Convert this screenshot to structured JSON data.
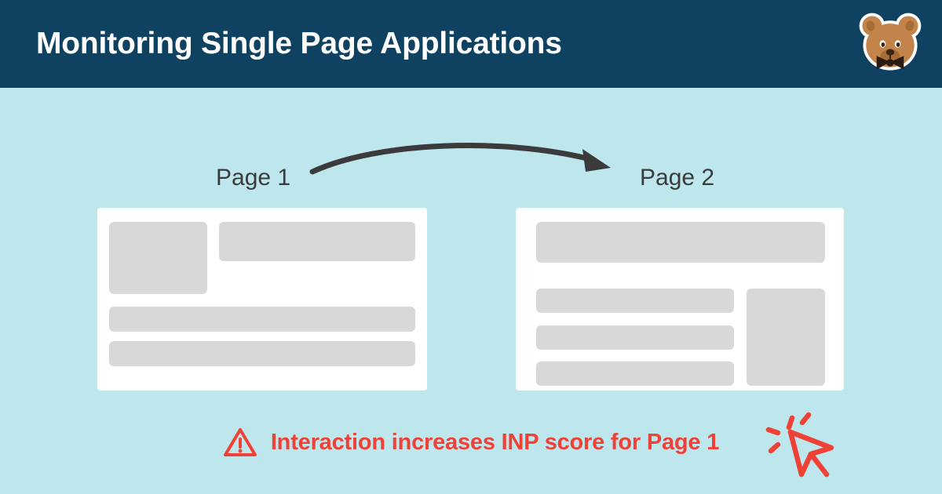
{
  "header": {
    "title": "Monitoring Single Page Applications",
    "background_color": "#0e4260",
    "title_color": "#ffffff",
    "logo_icon": "bear-mascot-icon"
  },
  "canvas": {
    "background_color": "#bde7ec"
  },
  "diagram": {
    "arrow_icon": "curved-arrow-right-icon",
    "arrow_color": "#3b3b3b",
    "pages": [
      {
        "label": "Page 1",
        "card_color": "#ffffff",
        "placeholder_color": "#d8d8d8",
        "blocks": [
          "thumbnail",
          "headline",
          "row-1",
          "row-2"
        ]
      },
      {
        "label": "Page 2",
        "card_color": "#ffffff",
        "placeholder_color": "#d8d8d8",
        "blocks": [
          "headline",
          "row-1",
          "row-2",
          "row-3",
          "sidebar-block"
        ],
        "cursor_icon": "click-cursor-icon",
        "cursor_color": "#ef4136"
      }
    ]
  },
  "note": {
    "icon": "warning-triangle-icon",
    "text": "Interaction increases INP score for Page 1",
    "color": "#ef4136"
  }
}
